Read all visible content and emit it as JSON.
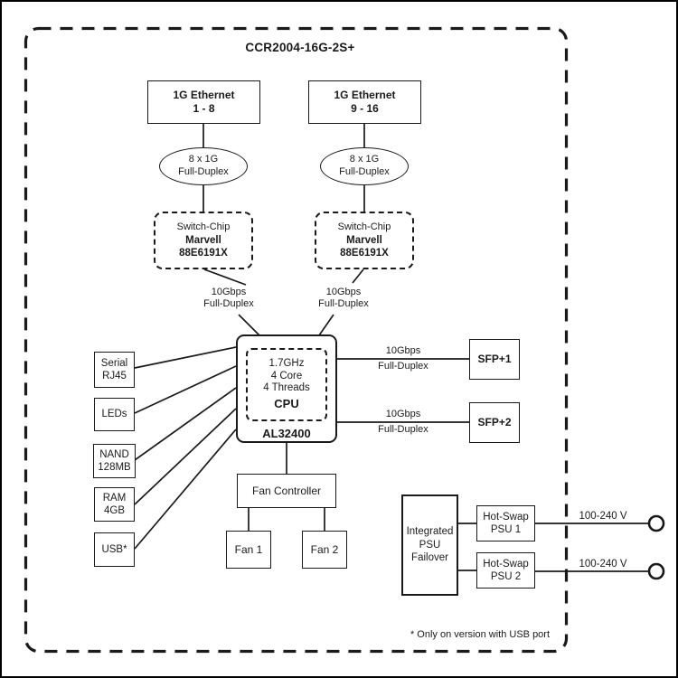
{
  "title": "CCR2004-16G-2S+",
  "footnote": "* Only on version with USB port",
  "eth1": {
    "l1": "1G Ethernet",
    "l2": "1 - 8"
  },
  "eth2": {
    "l1": "1G Ethernet",
    "l2": "9 - 16"
  },
  "duplex1": {
    "l1": "8 x 1G",
    "l2": "Full-Duplex"
  },
  "duplex2": {
    "l1": "8 x 1G",
    "l2": "Full-Duplex"
  },
  "switch1": {
    "l1": "Switch-Chip",
    "l2": "Marvell",
    "l3": "88E6191X"
  },
  "switch2": {
    "l1": "Switch-Chip",
    "l2": "Marvell",
    "l3": "88E6191X"
  },
  "swlink1": {
    "l1": "10Gbps",
    "l2": "Full-Duplex"
  },
  "swlink2": {
    "l1": "10Gbps",
    "l2": "Full-Duplex"
  },
  "cpu": {
    "spec1": "1.7GHz",
    "spec2": "4 Core",
    "spec3": "4 Threads",
    "label": "CPU",
    "model": "AL32400"
  },
  "peripherals": {
    "serial": {
      "l1": "Serial",
      "l2": "RJ45"
    },
    "leds": {
      "l1": "LEDs"
    },
    "nand": {
      "l1": "NAND",
      "l2": "128MB"
    },
    "ram": {
      "l1": "RAM",
      "l2": "4GB"
    },
    "usb": {
      "l1": "USB*"
    }
  },
  "sfplink1": {
    "l1": "10Gbps",
    "l2": "Full-Duplex"
  },
  "sfplink2": {
    "l1": "10Gbps",
    "l2": "Full-Duplex"
  },
  "sfp1": {
    "label": "SFP+1"
  },
  "sfp2": {
    "label": "SFP+2"
  },
  "fans": {
    "controller": "Fan Controller",
    "fan1": "Fan 1",
    "fan2": "Fan 2"
  },
  "power": {
    "failover": {
      "l1": "Integrated",
      "l2": "PSU",
      "l3": "Failover"
    },
    "psu1": {
      "l1": "Hot-Swap",
      "l2": "PSU 1"
    },
    "psu2": {
      "l1": "Hot-Swap",
      "l2": "PSU 2"
    },
    "voltage1": "100-240 V",
    "voltage2": "100-240 V"
  },
  "colors": {
    "ink": "#1a1a1a",
    "background": "#ffffff"
  }
}
